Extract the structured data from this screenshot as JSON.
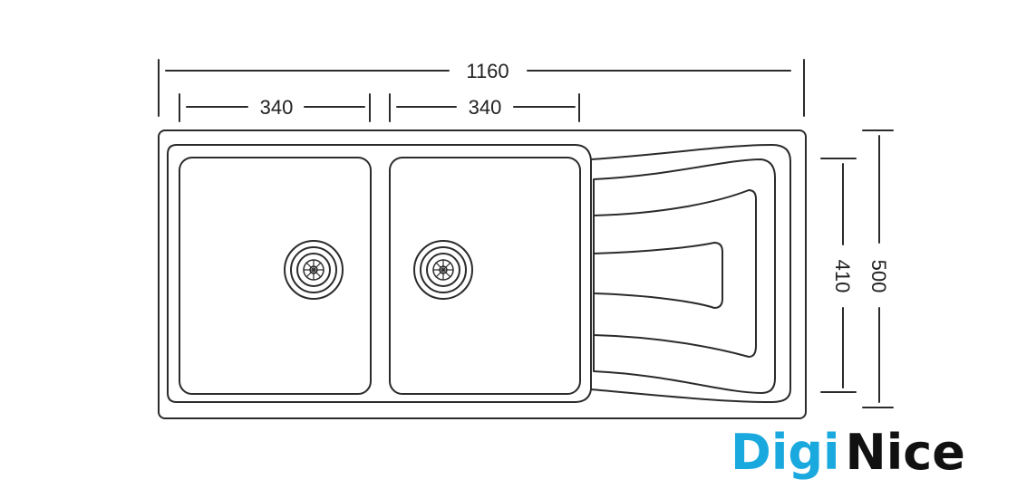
{
  "dimensions": {
    "total_width": "1160",
    "bowl_left_width": "340",
    "bowl_right_width": "340",
    "inner_depth": "410",
    "total_depth": "500"
  },
  "logo": {
    "part_1": "Digi",
    "part_2": "Nice",
    "color_1": "#1aa9df",
    "color_2": "#111111"
  },
  "colors": {
    "line": "#2b2b2b"
  }
}
